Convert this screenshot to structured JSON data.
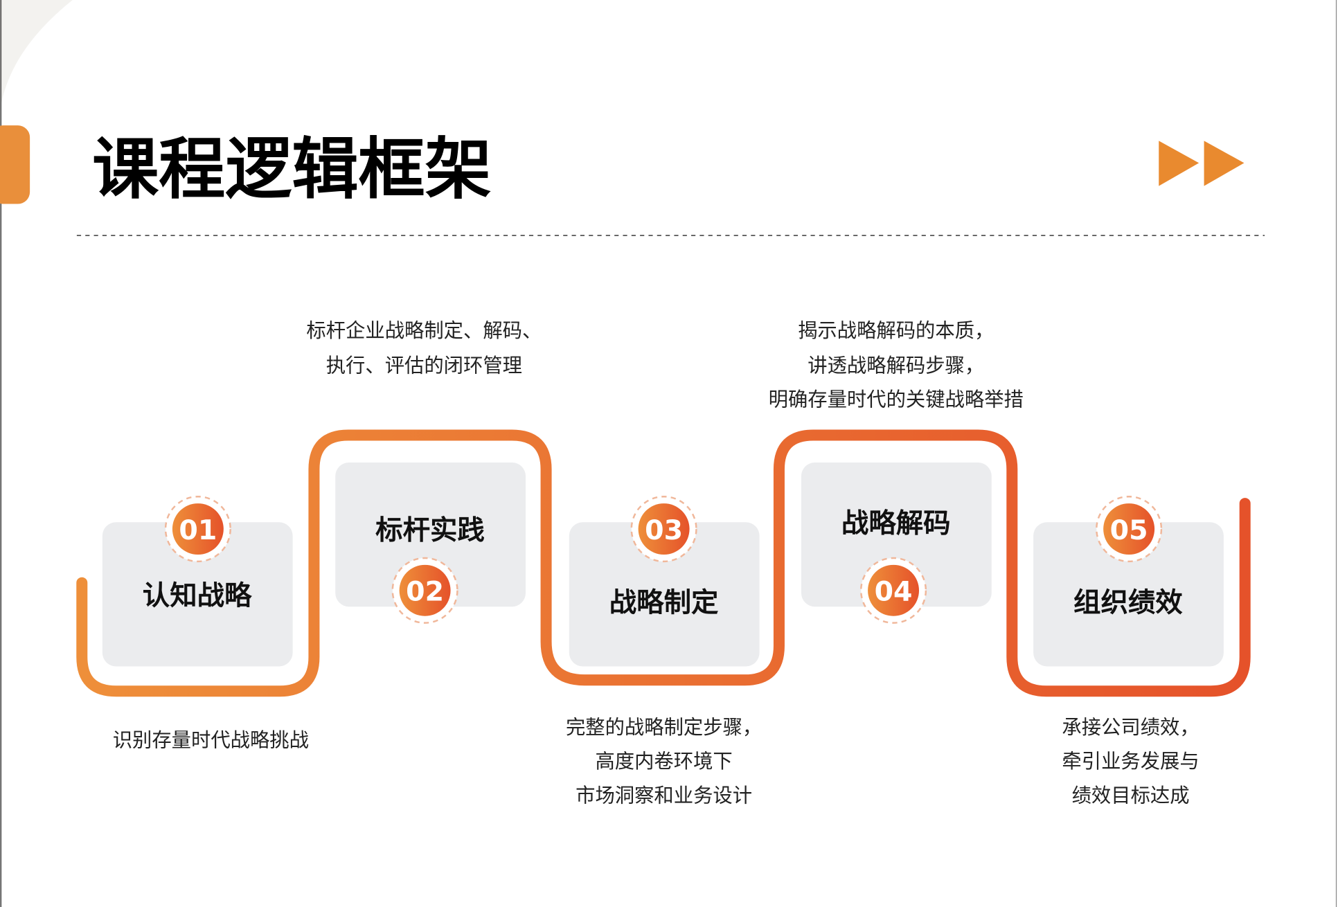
{
  "title": "课程逻辑框架",
  "colors": {
    "accent": "#E98A2F",
    "gradient_start": "#EE8F3A",
    "gradient_end": "#E5522A",
    "box": "#EBECEE"
  },
  "steps": [
    {
      "num": "01",
      "label": "认知战略",
      "desc": [
        "识别存量时代战略挑战"
      ]
    },
    {
      "num": "02",
      "label": "标杆实践",
      "desc": [
        "标杆企业战略制定、解码、",
        "执行、评估的闭环管理"
      ]
    },
    {
      "num": "03",
      "label": "战略制定",
      "desc": [
        "完整的战略制定步骤，",
        "高度内卷环境下",
        "市场洞察和业务设计"
      ]
    },
    {
      "num": "04",
      "label": "战略解码",
      "desc": [
        "揭示战略解码的本质，",
        "讲透战略解码步骤，",
        "明确存量时代的关键战略举措"
      ]
    },
    {
      "num": "05",
      "label": "组织绩效",
      "desc": [
        "承接公司绩效，",
        "牵引业务发展与",
        "绩效目标达成"
      ]
    }
  ]
}
